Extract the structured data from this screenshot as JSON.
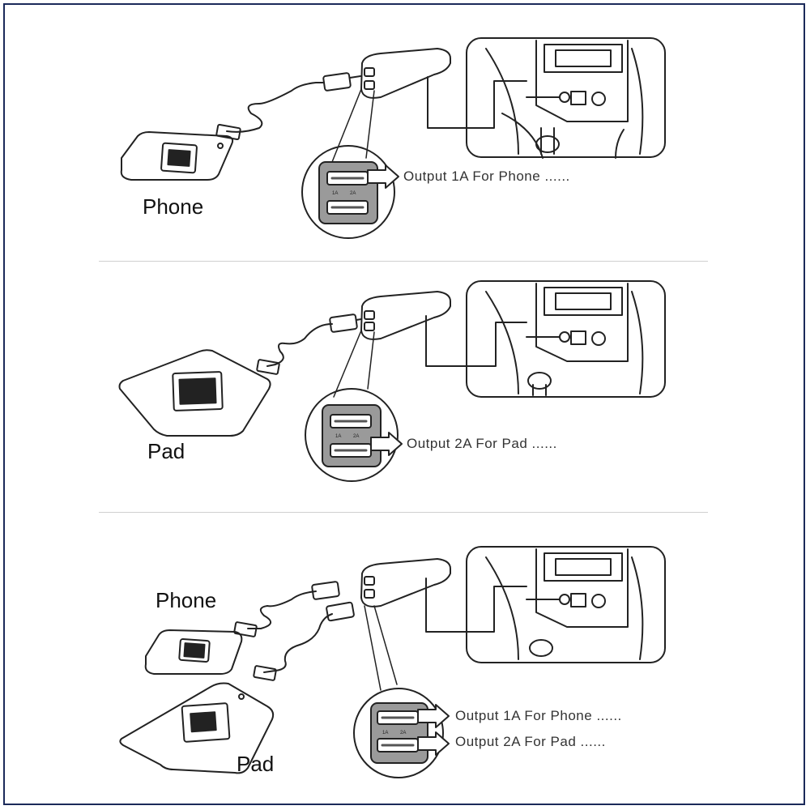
{
  "panels": [
    {
      "labels": [
        "Phone"
      ],
      "outputs": [
        "Output 1A For Phone ......"
      ]
    },
    {
      "labels": [
        "Pad"
      ],
      "outputs": [
        "Output 2A For Pad ......"
      ]
    },
    {
      "labels": [
        "Phone",
        "Pad"
      ],
      "outputs": [
        "Output 1A For Phone ......",
        "Output 2A For Pad ......"
      ]
    }
  ],
  "port_tags": [
    "1A",
    "2A"
  ],
  "colors": {
    "frame": "#1b2a5a",
    "line": "#222222",
    "port_gray": "#9a9a9a",
    "divider": "#d0d0d0"
  }
}
